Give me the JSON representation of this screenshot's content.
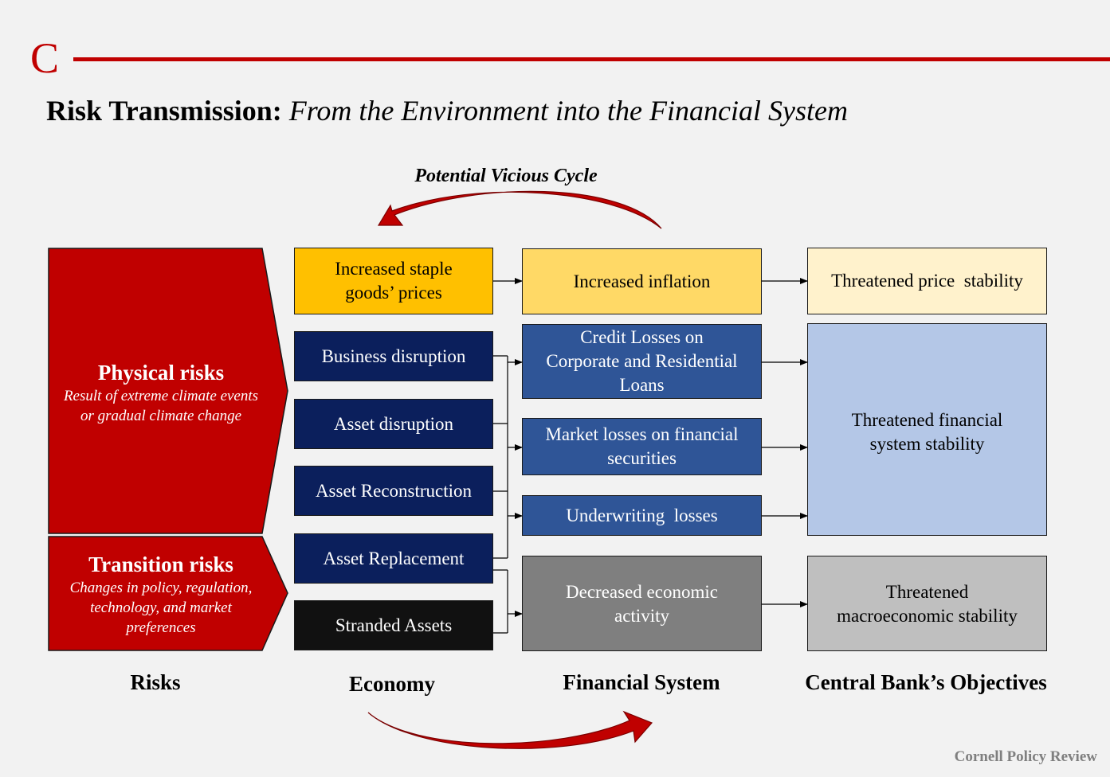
{
  "logo": "C",
  "title": {
    "bold": "Risk Transmission:",
    "italic": "From the Environment into the Financial System"
  },
  "cycle_label": "Potential Vicious Cycle",
  "risks": {
    "physical": {
      "title": "Physical risks",
      "subtitle_line1": "Result of extreme climate events",
      "subtitle_line2": "or gradual climate change"
    },
    "transition": {
      "title": "Transition risks",
      "subtitle_line1": "Changes in policy, regulation,",
      "subtitle_line2": "technology, and market",
      "subtitle_line3": "preferences"
    },
    "color": "#c00000"
  },
  "economy": {
    "staple_prices": {
      "line1": "Increased staple",
      "line2": "goods’ prices"
    },
    "business_disruption": "Business disruption",
    "asset_disruption": "Asset disruption",
    "asset_reconstruction": "Asset Reconstruction",
    "asset_replacement": "Asset Replacement",
    "stranded_assets": "Stranded Assets"
  },
  "financial_system": {
    "increased_inflation": "Increased inflation",
    "credit_losses": {
      "line1": "Credit Losses on",
      "line2": "Corporate and Residential",
      "line3": "Loans"
    },
    "market_losses": {
      "line1": "Market losses on financial",
      "line2": "securities"
    },
    "underwriting_losses": "Underwriting  losses",
    "decreased_activity": {
      "line1": "Decreased economic",
      "line2": "activity"
    }
  },
  "objectives": {
    "price_stability": "Threatened price  stability",
    "financial_stability": {
      "line1": "Threatened financial",
      "line2": "system stability"
    },
    "macro_stability": {
      "line1": "Threatened",
      "line2": "macroeconomic stability"
    }
  },
  "columns": {
    "risks": "Risks",
    "economy": "Economy",
    "financial_system": "Financial System",
    "objectives": "Central Bank’s Objectives"
  },
  "source": "Cornell Policy Review",
  "colors": {
    "accent_red": "#c00000",
    "gold": "#ffc000",
    "light_gold": "#ffd966",
    "cream": "#fff2cc",
    "navy": "#0b1f5c",
    "blue": "#2f5597",
    "light_blue": "#b4c7e7",
    "gray": "#7f7f7f",
    "light_gray": "#bfbfbf",
    "black": "#111111"
  }
}
